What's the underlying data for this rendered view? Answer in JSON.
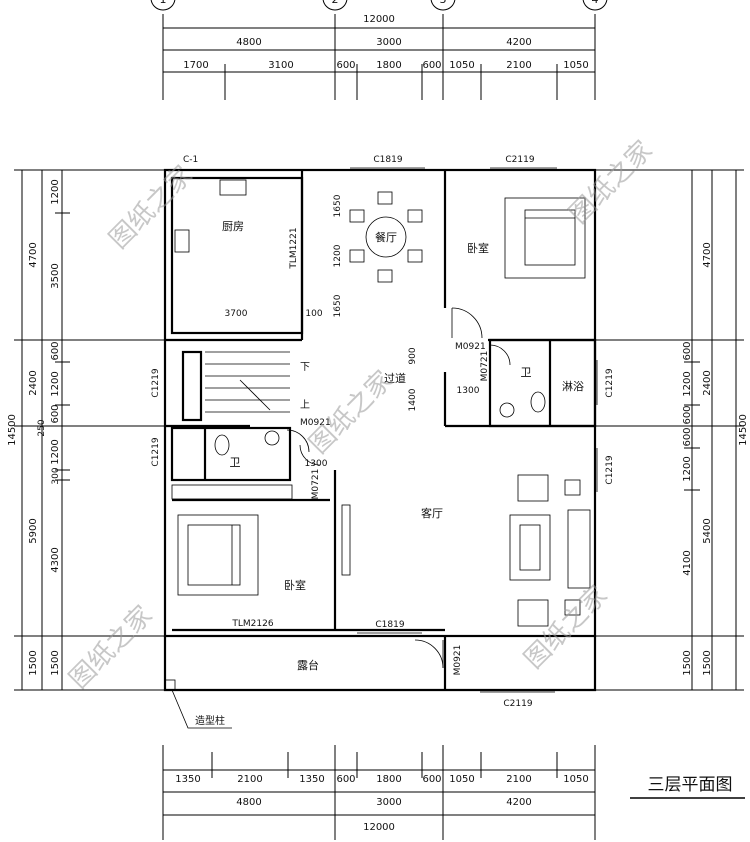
{
  "drawing_title": "三层平面图",
  "watermark": "图纸之家",
  "column_axes": [
    "1",
    "2",
    "3",
    "4"
  ],
  "dims_top": {
    "total": "12000",
    "level2": [
      "4800",
      "3000",
      "4200"
    ],
    "level3": [
      "1700",
      "3100",
      "600",
      "1800",
      "600",
      "1050",
      "2100",
      "1050"
    ]
  },
  "dims_bottom": {
    "level1": [
      "1350",
      "2100",
      "1350",
      "600",
      "1800",
      "600",
      "1050",
      "2100",
      "1050"
    ],
    "level2": [
      "4800",
      "3000",
      "4200"
    ],
    "total": "12000"
  },
  "dims_left": {
    "total": "14500",
    "outer": [
      "4700",
      "2400",
      "5900",
      "1500"
    ],
    "inner": [
      "1200",
      "3500",
      "600",
      "1200",
      "600",
      "250",
      "1200",
      "300",
      "4300",
      "1500"
    ]
  },
  "dims_right": {
    "total": "14500",
    "outer": [
      "4700",
      "2400",
      "5400",
      "1500"
    ],
    "inner": [
      "600",
      "1200",
      "600",
      "600",
      "1200",
      "4100",
      "1500"
    ]
  },
  "rooms": {
    "kitchen": "厨房",
    "dining": "餐厅",
    "bedroom_ne": "卧室",
    "bath_e": "卫",
    "shower": "淋浴",
    "corridor": "过道",
    "bath_w": "卫",
    "living": "客厅",
    "bedroom_sw": "卧室",
    "terrace": "露台"
  },
  "stair_labels": {
    "down": "下",
    "up": "上"
  },
  "windows": {
    "c1": "C-1",
    "c1819_top": "C1819",
    "c2119_top": "C2119",
    "c1219_a": "C1219",
    "c1219_b": "C1219",
    "c1219_r1": "C1219",
    "c1219_r2": "C1219",
    "c1819_bottom": "C1819",
    "c2119_bottom": "C2119"
  },
  "doors": {
    "tlm1221": "TLM1221",
    "m0921_a": "M0921",
    "m0721_a": "M0721",
    "m0921_b": "M0921",
    "m0721_b": "M0721",
    "m0921_c": "M0921",
    "tlm2126": "TLM2126"
  },
  "interior_dims": {
    "kitchen_w": "3700",
    "k100": "100",
    "d1650a": "1650",
    "d1200": "1200",
    "d1650b": "1650",
    "d900": "900",
    "d1400": "1400",
    "d1300a": "1300",
    "d1300b": "1300"
  },
  "annotation": "造型柱"
}
